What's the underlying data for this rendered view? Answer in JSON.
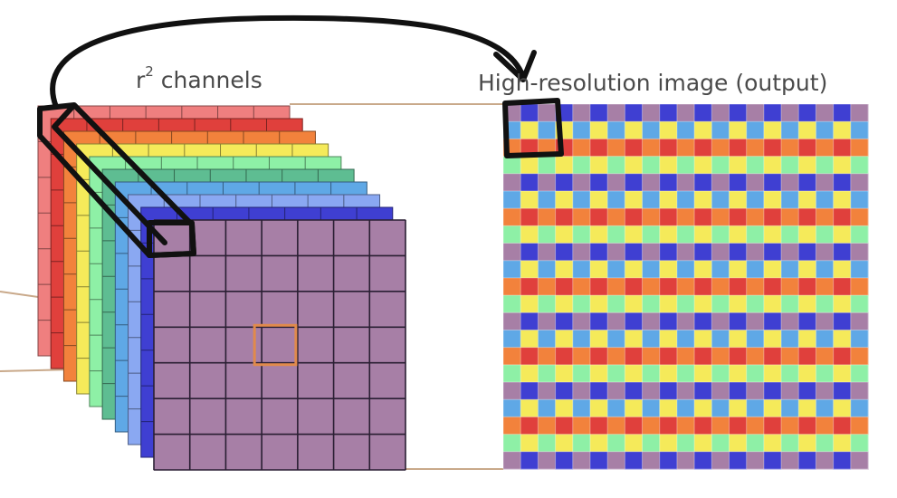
{
  "labels": {
    "channels_prefix": "r",
    "channels_exponent": "2",
    "channels_suffix": " channels",
    "output": "High-resolution image (output)"
  },
  "diagram": {
    "channel_colors": [
      "#ef7f7f",
      "#e0403c",
      "#f2823c",
      "#f5ea5a",
      "#8ef0a6",
      "#5ebd92",
      "#5fa8e6",
      "#8aa8f2",
      "#3f3fd2",
      "#a77fa6"
    ],
    "grid_cells": 7,
    "output_cells": 21,
    "output_pattern": [
      [
        "#a77fa6",
        "#3f3fd2"
      ],
      [
        "#5fa8e6",
        "#f5ea5a"
      ],
      [
        "#f2823c",
        "#e0403c"
      ],
      [
        "#8ef0a6",
        "#f5ea5a"
      ]
    ],
    "connector_color": "#c9a98a",
    "annotation_color": "#111111"
  }
}
